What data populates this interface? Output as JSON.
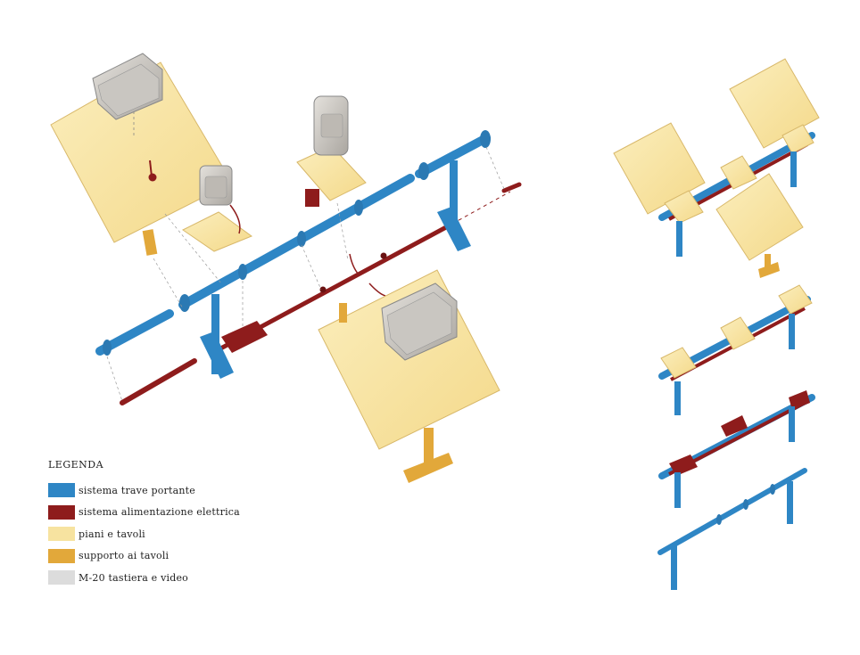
{
  "legend": {
    "title": "LEGENDA",
    "items": [
      {
        "label": "sistema trave portante",
        "color": "#2e86c5",
        "key": "beam"
      },
      {
        "label": "sistema alimentazione elettrica",
        "color": "#8e1c1c",
        "key": "power"
      },
      {
        "label": "piani e tavoli",
        "color": "#f7e3a0",
        "key": "table"
      },
      {
        "label": "supporto ai tavoli",
        "color": "#e2a83a",
        "key": "support"
      },
      {
        "label": "M-20 tastiera e video",
        "color": "#dcdcdc",
        "key": "terminal"
      }
    ]
  }
}
